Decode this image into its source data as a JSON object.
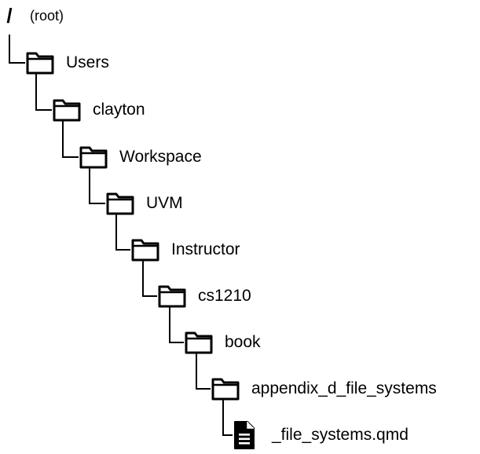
{
  "tree": {
    "root": {
      "symbol": "/",
      "label": "(root)"
    },
    "folders": [
      {
        "label": "Users",
        "icon": "folder-icon"
      },
      {
        "label": "clayton",
        "icon": "folder-icon"
      },
      {
        "label": "Workspace",
        "icon": "folder-icon"
      },
      {
        "label": "UVM",
        "icon": "folder-icon"
      },
      {
        "label": "Instructor",
        "icon": "folder-icon"
      },
      {
        "label": "cs1210",
        "icon": "folder-icon"
      },
      {
        "label": "book",
        "icon": "folder-icon"
      },
      {
        "label": "appendix_d_file_systems",
        "icon": "folder-icon"
      }
    ],
    "file": {
      "label": "_file_systems.qmd",
      "icon": "document-icon"
    }
  }
}
